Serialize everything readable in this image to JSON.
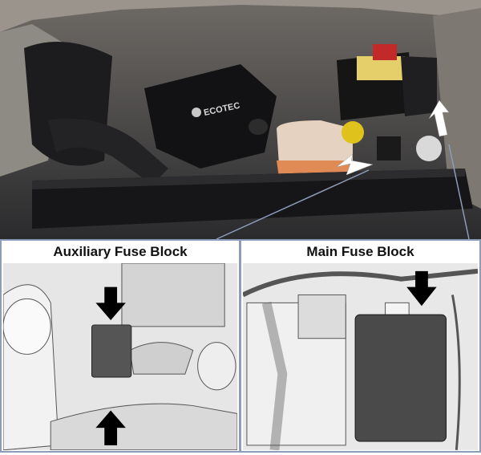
{
  "photo": {
    "engine_cover_logo": "ECOTEC"
  },
  "panels": {
    "auxiliary": {
      "title": "Auxiliary Fuse Block"
    },
    "main": {
      "title": "Main Fuse Block"
    }
  },
  "colors": {
    "panel_border": "#8d9cb8",
    "arrow": "#000000",
    "callout_arrow": "#ffffff"
  }
}
